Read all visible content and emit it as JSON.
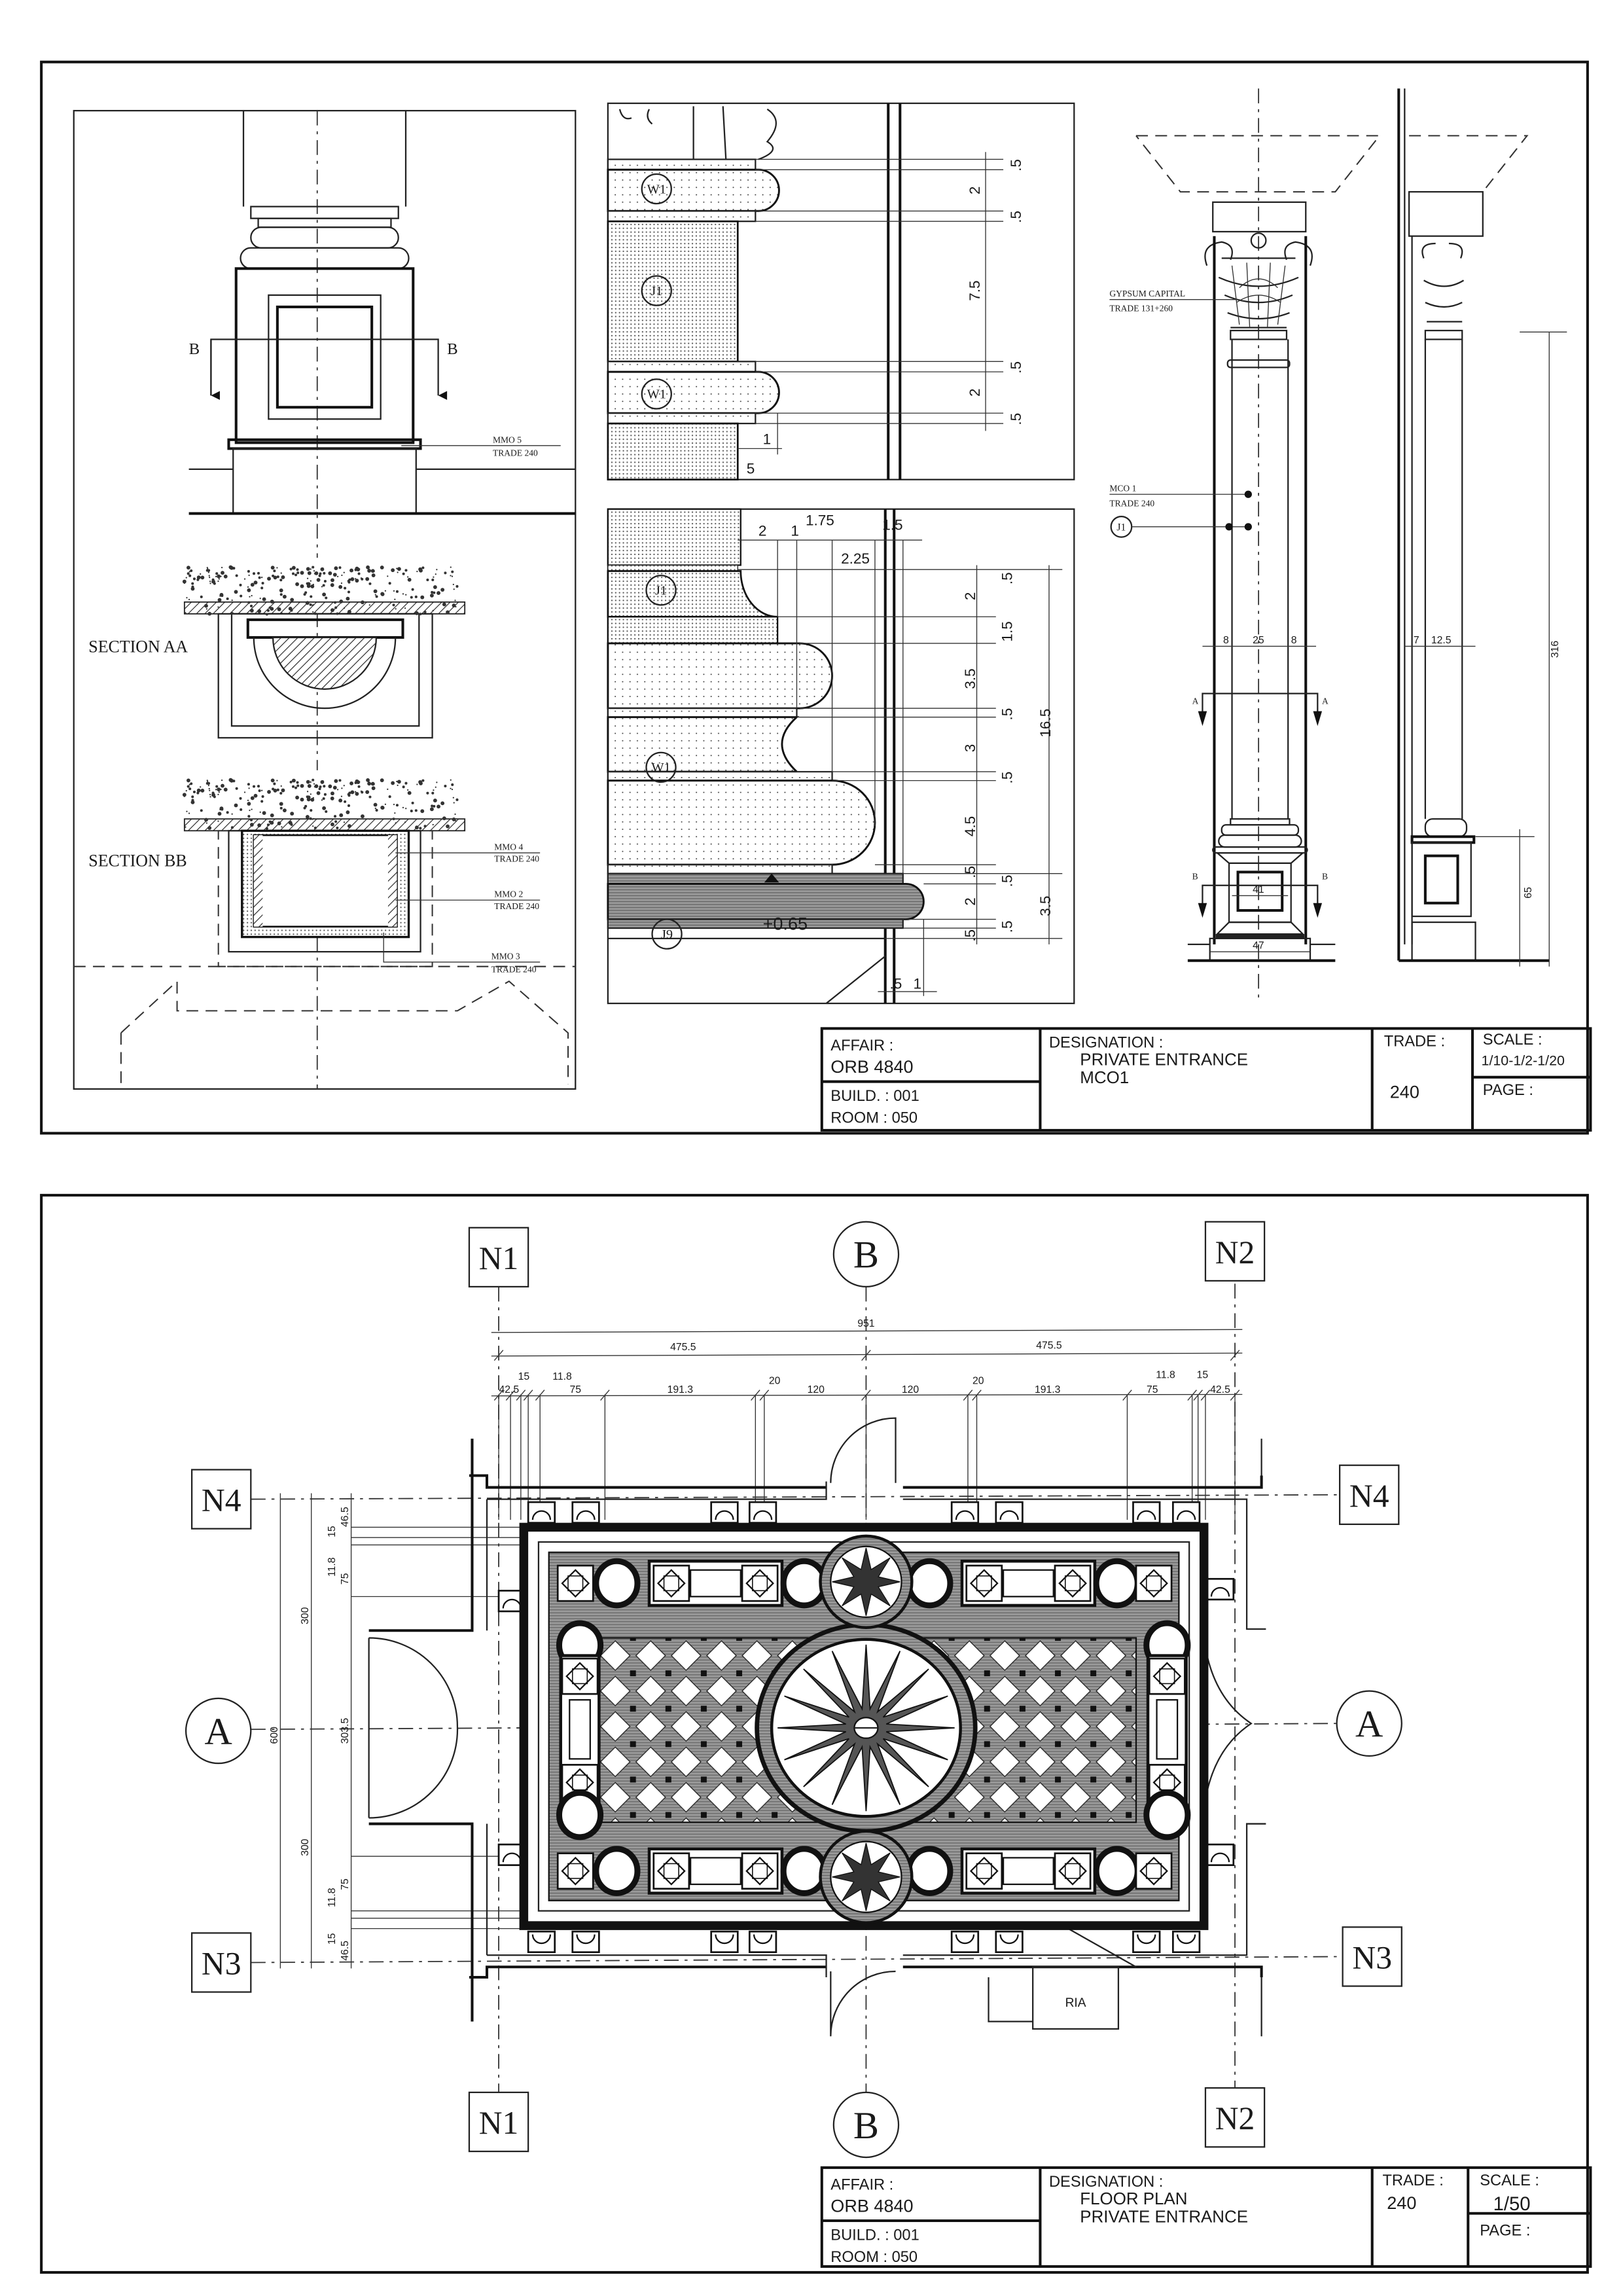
{
  "top_sheet": {
    "pedestal_detail": {
      "section_mark": "B",
      "section_aa_label": "SECTION AA",
      "section_bb_label": "SECTION BB",
      "callouts": [
        {
          "code": "MMO 5",
          "trade": "TRADE 240"
        },
        {
          "code": "MMO 4",
          "trade": "TRADE 240"
        },
        {
          "code": "MMO 2",
          "trade": "TRADE 240"
        },
        {
          "code": "MMO 3",
          "trade": "TRADE 240"
        }
      ]
    },
    "upper_molding_detail": {
      "tags": [
        "W1",
        "J1",
        "W1"
      ],
      "dims_vertical": [
        ".5",
        "2",
        ".5",
        "7.5",
        ".5",
        "2",
        ".5"
      ],
      "dims_horizontal": [
        "1",
        "5"
      ]
    },
    "base_molding_detail": {
      "tags": [
        "J1",
        "W1",
        "J9"
      ],
      "level": "+0.65",
      "dims_top": [
        "2",
        "1",
        "1.75",
        "1.5",
        "2.25"
      ],
      "dims_vertical": [
        ".5",
        "2",
        "1.5",
        "3.5",
        ".5",
        "3",
        ".5",
        "4.5",
        ".5",
        ".5",
        "2",
        ".5",
        ".5"
      ],
      "dims_total": [
        "16.5",
        "3.5"
      ],
      "dims_bottom": [
        ".5",
        "1"
      ]
    },
    "column_elevation": {
      "capital_label": "GYPSUM CAPITAL",
      "capital_trade": "TRADE 131+260",
      "shaft_label": "MCO 1",
      "shaft_trade": "TRADE 240",
      "joint_tag": "J1",
      "section_a": "A",
      "section_b": "B",
      "dims_width": [
        "8",
        "25",
        "8"
      ],
      "dim_pedestal": "41",
      "dim_plinth": "47",
      "dims_side": [
        "7",
        "12.5"
      ],
      "dim_height": "316",
      "dim_pedestal_height": "65"
    },
    "title_block": {
      "affair_label": "AFFAIR :",
      "affair": "ORB 4840",
      "build": "BUILD. : 001",
      "room": "ROOM : 050",
      "designation_label": "DESIGNATION :",
      "designation_1": "PRIVATE ENTRANCE",
      "designation_2": "MCO1",
      "trade_label": "TRADE :",
      "trade": "240",
      "scale_label": "SCALE :",
      "scale": "1/10-1/2-1/20",
      "page_label": "PAGE :"
    }
  },
  "bottom_sheet": {
    "grid": {
      "n1": "N1",
      "n2": "N2",
      "n3": "N3",
      "n4": "N4",
      "a": "A",
      "b": "B"
    },
    "dims_top": {
      "overall": "951",
      "halves": [
        "475.5",
        "475.5"
      ],
      "segments": [
        "42.5",
        "15",
        "11.8",
        "75",
        "191.3",
        "20",
        "120",
        "120",
        "20",
        "191.3",
        "75",
        "11.8",
        "15",
        "42.5"
      ]
    },
    "dims_left": {
      "overall": "600",
      "halves": [
        "300",
        "300"
      ],
      "center": "303.5",
      "top_segments": [
        "15",
        "46.5",
        "11.8",
        "75"
      ],
      "bottom_segments": [
        "75",
        "11.8",
        "15",
        "46.5"
      ]
    },
    "ria_label": "RIA",
    "title_block": {
      "affair_label": "AFFAIR :",
      "affair": "ORB 4840",
      "build": "BUILD. : 001",
      "room": "ROOM : 050",
      "designation_label": "DESIGNATION :",
      "designation_1": "FLOOR PLAN",
      "designation_2": "PRIVATE ENTRANCE",
      "trade_label": "TRADE :",
      "trade": "240",
      "scale_label": "SCALE :",
      "scale": "1/50",
      "page_label": "PAGE :"
    }
  },
  "colors": {
    "ink": "#1a1a1a",
    "stone_grey": "#8a8a8a",
    "paper": "#ffffff"
  }
}
